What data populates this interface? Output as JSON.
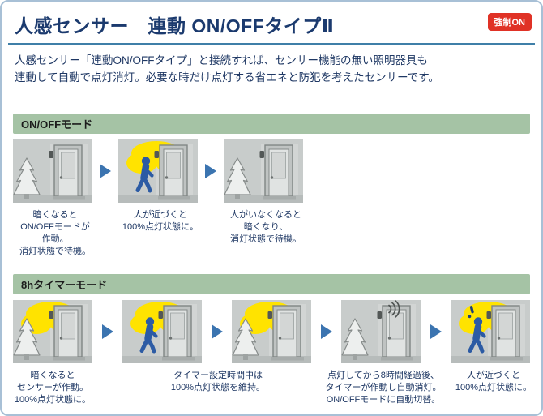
{
  "card": {
    "title": "人感センサー　連動 ON/OFFタイプⅡ",
    "badge": "強制ON"
  },
  "description": "人感センサー「連動ON/OFFタイプ」と接続すれば、センサー機能の無い照明器具も\n連動して自動で点灯消灯。必要な時だけ点灯する省エネと防犯を考えたセンサーです。",
  "colors": {
    "card_border": "#a8c0d6",
    "title_navy": "#1b3a6e",
    "badge_red": "#e03226",
    "section_green": "#a5c3a5",
    "arrow_blue": "#3b74b0",
    "glow_yellow": "#ffe300",
    "person_blue": "#2c5ba4",
    "scene_gray": "#c8cccb"
  },
  "sections": [
    {
      "title": "ON/OFFモード",
      "scenes": [
        "house-dark-waiting",
        "house-person-approaching-lit",
        "house-dark-waiting"
      ],
      "captions": [
        "暗くなると\nON/OFFモードが\n作動。\n消灯状態で待機。",
        "人が近づくと\n100%点灯状態に。",
        "人がいなくなると\n暗くなり、\n消灯状態で待機。"
      ]
    },
    {
      "title": "8hタイマーモード",
      "scenes": [
        "house-lit",
        "house-person-approaching-lit",
        "house-lit",
        "house-dark-timer-signal",
        "house-person-approaching-lit-alert"
      ],
      "captions": [
        "暗くなると\nセンサーが作動。\n100%点灯状態に。",
        "タイマー設定時間中は\n100%点灯状態を維持。",
        "点灯してから8時間経過後、\nタイマーが作動し自動消灯。\nON/OFFモードに自動切替。",
        "人が近づくと\n100%点灯状態に。"
      ]
    }
  ]
}
